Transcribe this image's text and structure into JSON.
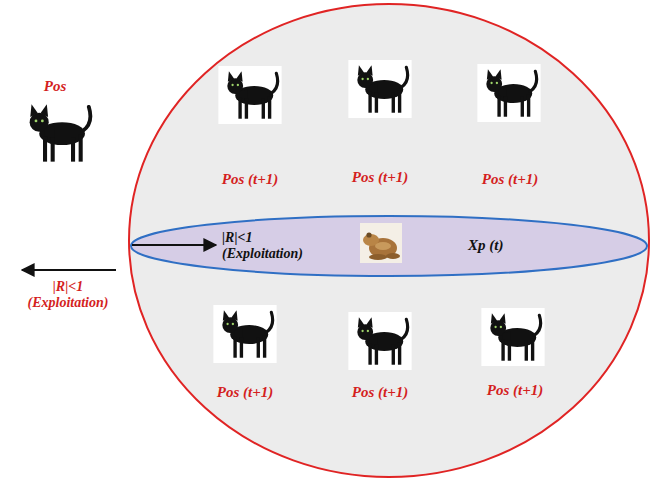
{
  "diagram": {
    "nodes": [
      {
        "text": [
          "Pos (t+1)",
          "Pos (t+1)",
          "Pos (t+1)",
          "Pos (t+1)",
          "Pos (t+1)",
          "Pos (t+1)"
        ]
      },
      {
        "text": [
          "|R|<1 (Exploitation)",
          "Xp (t)"
        ],
        "in": 0
      }
    ],
    "labels": [
      "Pos",
      "|R|<1 (Exploitation)"
    ]
  }
}
